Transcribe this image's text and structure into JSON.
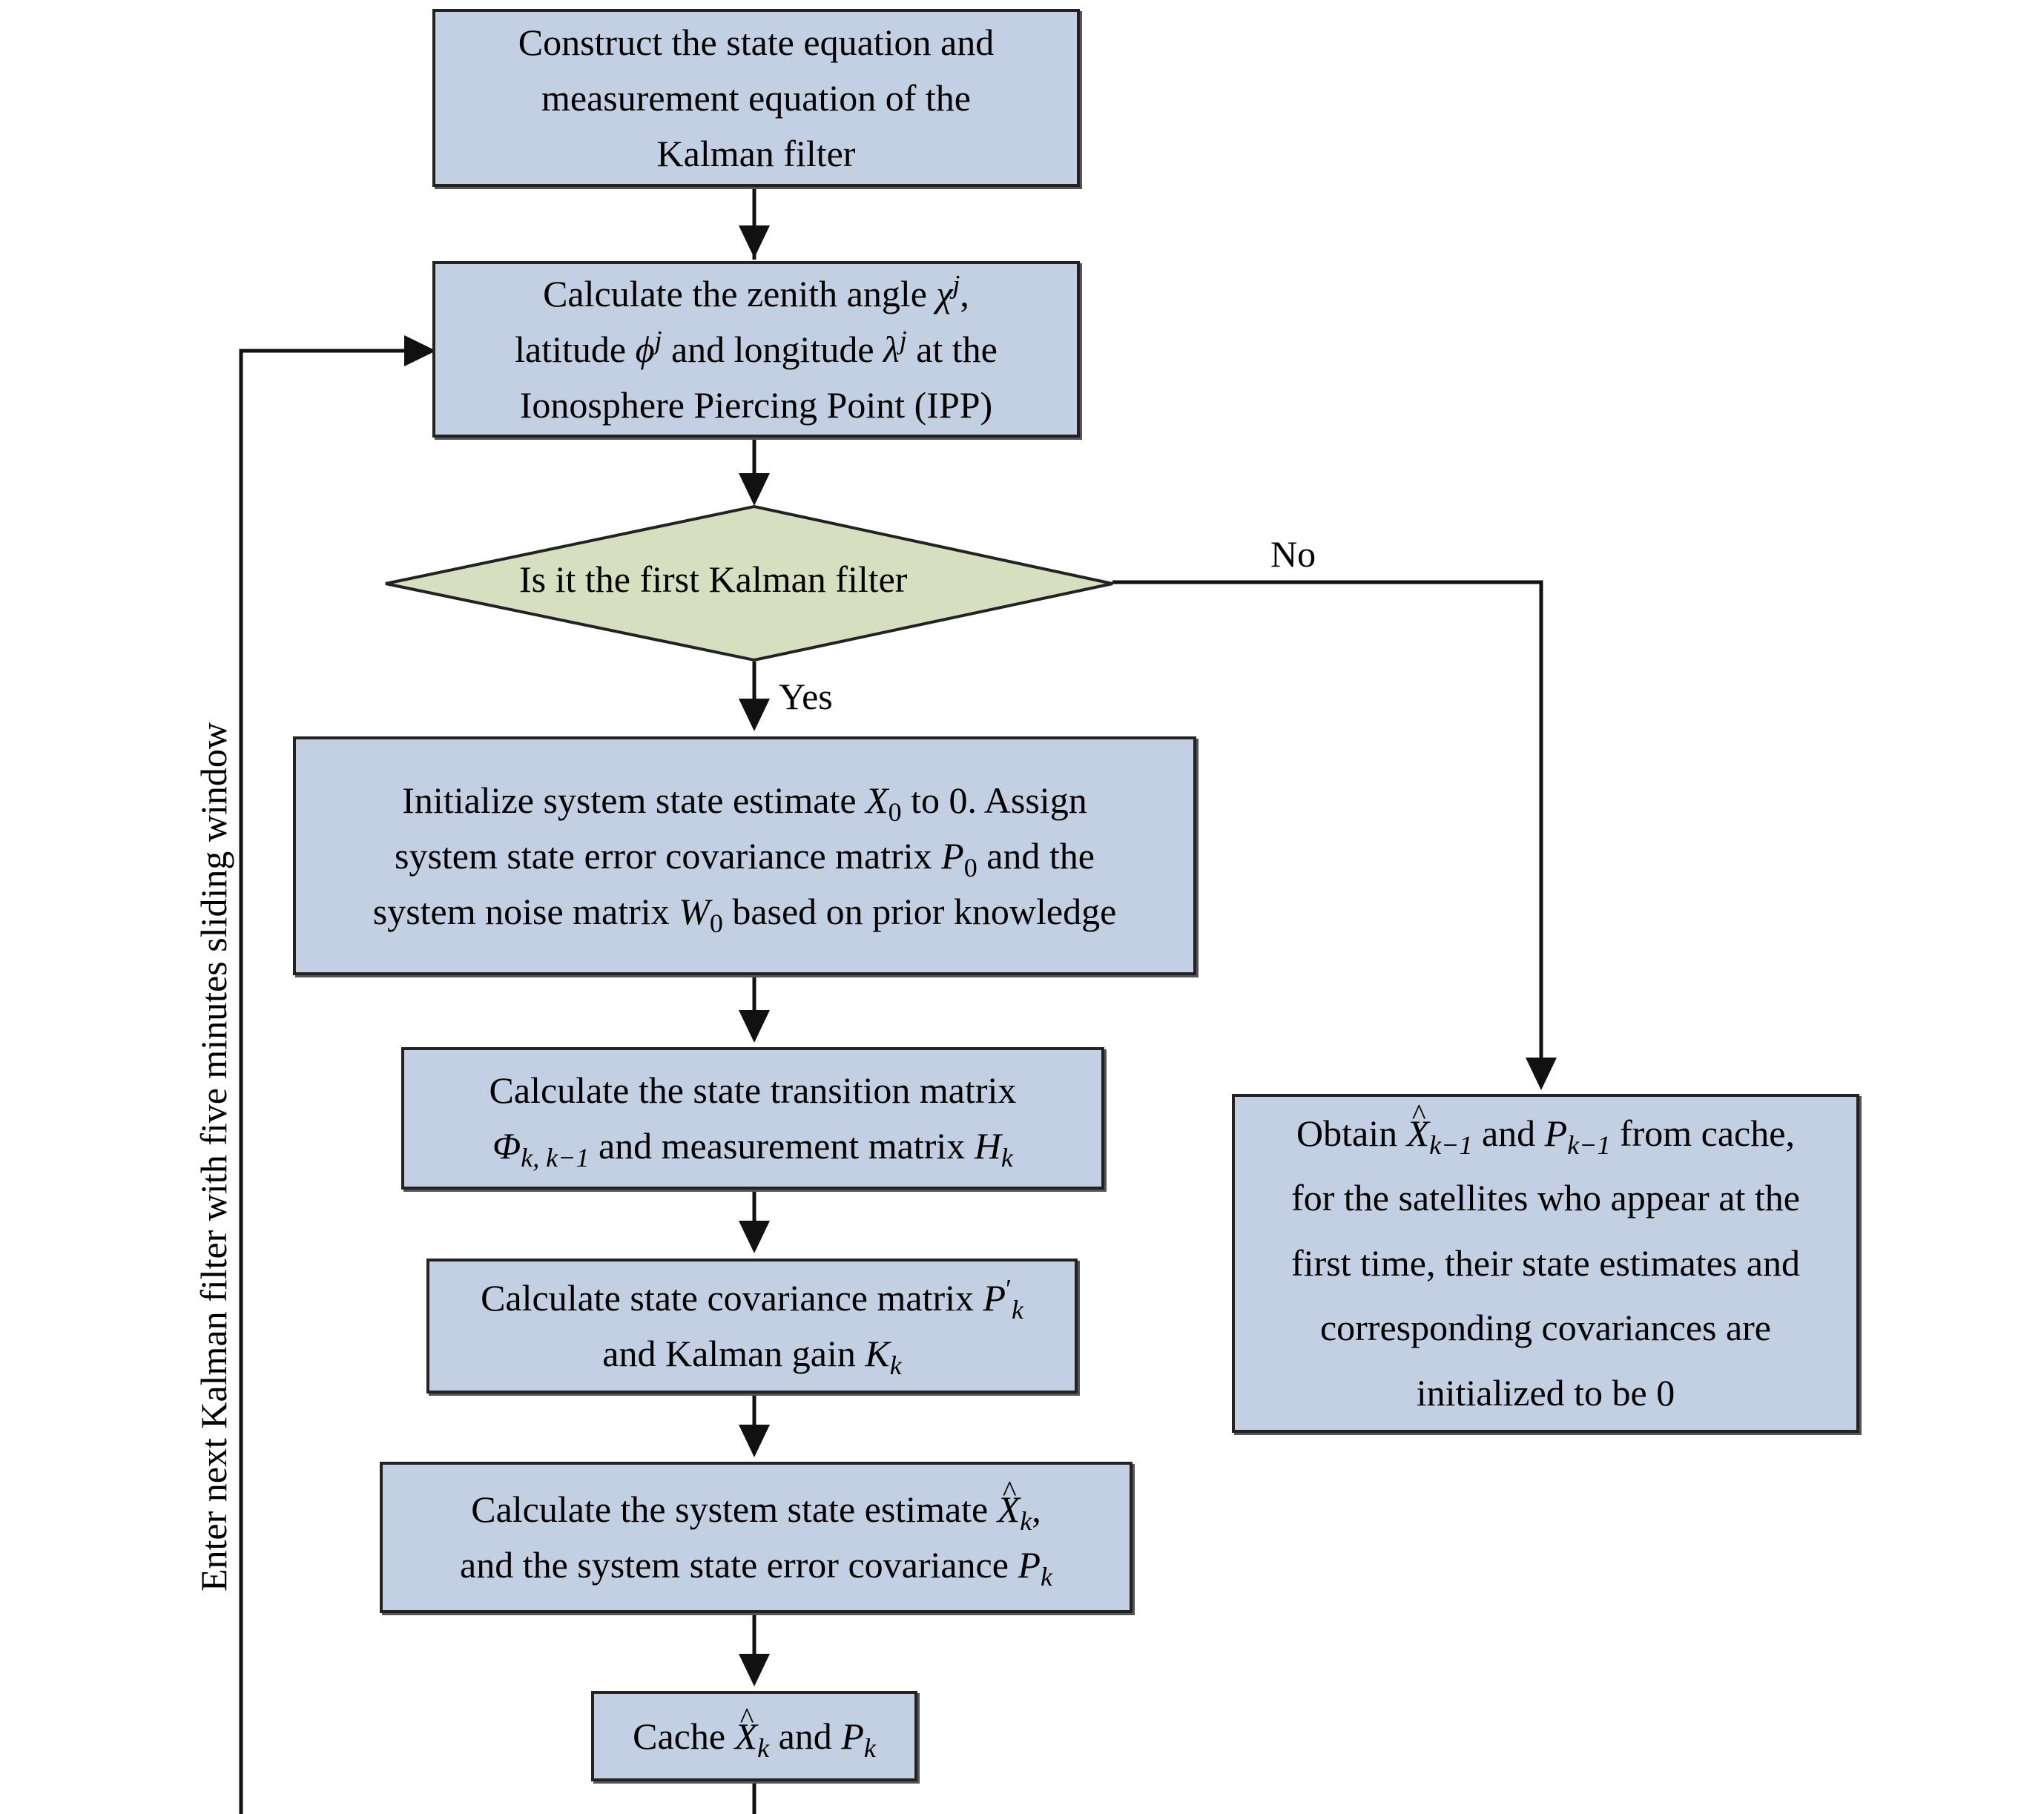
{
  "nodes": {
    "construct": {
      "line1": "Construct the state equation and",
      "line2": "measurement equation of the",
      "line3": "Kalman filter"
    },
    "calc_ipp": {
      "l1_pre": "Calculate the zenith angle ",
      "sym_chi": "χ",
      "sup_j1": "j",
      "l1_post": ",",
      "l2_pre": "latitude ",
      "sym_phi": "ϕ",
      "sup_j2": "j",
      "l2_mid": " and longitude ",
      "sym_lambda": "λ",
      "sup_j3": "j",
      "l2_post": " at the",
      "line3": "Ionosphere Piercing Point (IPP)"
    },
    "decision": {
      "text": "Is it the first Kalman filter"
    },
    "init": {
      "l1_pre": "Initialize system state estimate ",
      "X": "X",
      "sub0a": "0",
      "l1_post": " to 0. Assign",
      "l2_pre": "system state error covariance matrix ",
      "P": "P",
      "sub0b": "0",
      "l2_post": " and the",
      "l3_pre": "system noise matrix ",
      "W": "W",
      "sub0c": "0",
      "l3_post": " based on prior knowledge"
    },
    "transition": {
      "line1": "Calculate the state transition matrix",
      "Phi": "Φ",
      "sub_phi": "k, k−1",
      "mid": " and measurement matrix ",
      "H": "H",
      "sub_h": "k"
    },
    "cov_gain": {
      "l1_pre": "Calculate state covariance matrix ",
      "P": "P",
      "prime": "′",
      "sub_k1": "k",
      "l2_pre": "and Kalman gain ",
      "K": "K",
      "sub_k2": "k"
    },
    "estimate": {
      "l1_pre": "Calculate the system state estimate ",
      "X": "X",
      "sub_k1": "k",
      "l1_post": ",",
      "l2_pre": "and the system state error covariance ",
      "P": "P",
      "sub_k2": "k"
    },
    "cache": {
      "pre": "Cache ",
      "X": "X",
      "sub_k1": "k",
      "mid": " and ",
      "P": "P",
      "sub_k2": "k"
    },
    "obtain": {
      "l1_pre": "Obtain ",
      "X": "X",
      "sub1": "k−1",
      "l1_mid": " and ",
      "P": "P",
      "sub2": "k−1",
      "l1_post": " from cache,",
      "line2": "for the satellites who appear at the",
      "line3": "first time, their state estimates and",
      "line4": "corresponding covariances are",
      "line5": "initialized to be 0"
    }
  },
  "edges": {
    "yes_label": "Yes",
    "no_label": "No",
    "loop_label": "Enter next Kalman filter with five minutes sliding window"
  },
  "colors": {
    "box_fill": "#c3d0e3",
    "decision_fill": "#d6dfc0",
    "stroke": "#222222"
  }
}
